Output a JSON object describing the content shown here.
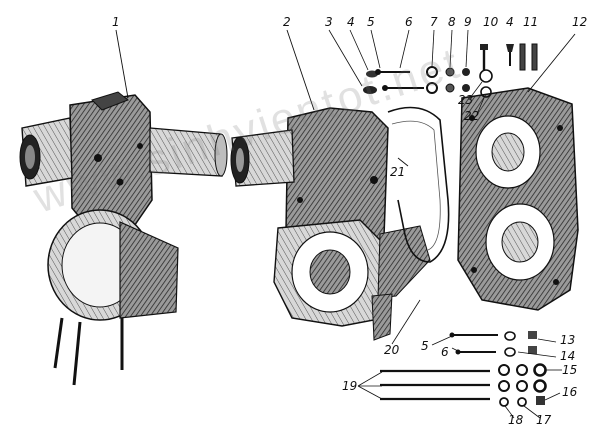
{
  "diagram": {
    "callouts": [
      "1",
      "2",
      "3",
      "4",
      "5",
      "6",
      "7",
      "8",
      "9",
      "10",
      "4",
      "11",
      "12",
      "23",
      "22",
      "21",
      "20",
      "13",
      "14",
      "5",
      "6",
      "15",
      "16",
      "17",
      "18",
      "19"
    ]
  },
  "watermark": {
    "text": "www.sinhvientot.net"
  },
  "colors": {
    "ink": "#111111",
    "shade": "#4a4a4a",
    "paper": "#ffffff"
  }
}
